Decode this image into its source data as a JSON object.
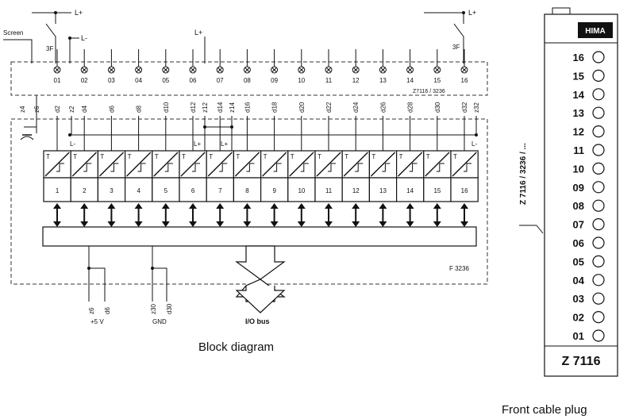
{
  "top": {
    "screen_label": "Screen",
    "lplus_label": "L+",
    "lminus_label": "L-",
    "fuse_label": "3F",
    "terminals": [
      "01",
      "02",
      "03",
      "04",
      "05",
      "06",
      "07",
      "08",
      "09",
      "10",
      "11",
      "12",
      "13",
      "14",
      "15",
      "16"
    ],
    "model_label": "Z7116 / 3236"
  },
  "pins": {
    "left": [
      "z4",
      "z6"
    ],
    "channel": [
      "d2",
      "d4",
      "d6",
      "d8",
      "d10",
      "d12",
      "d14",
      "d16",
      "d18",
      "d20",
      "d22",
      "d24",
      "d26",
      "d28",
      "d30",
      "d32"
    ],
    "extra": [
      "z2",
      "z12",
      "z14",
      "z32"
    ]
  },
  "channels": {
    "t_label": "T",
    "numbers": [
      "1",
      "2",
      "3",
      "4",
      "5",
      "6",
      "7",
      "8",
      "9",
      "10",
      "11",
      "12",
      "13",
      "14",
      "15",
      "16"
    ],
    "lminus_label": "L-",
    "lplus_label": "L+"
  },
  "bottom": {
    "module_label": "F 3236",
    "power_pins": [
      "z6",
      "d6"
    ],
    "power_label": "+5 V",
    "gnd_pins": [
      "z30",
      "d30"
    ],
    "gnd_label": "GND",
    "io_bus_label": "I/O bus"
  },
  "captions": {
    "block_diagram": "Block diagram",
    "front_cable_plug": "Front cable plug"
  },
  "plug": {
    "brand": "HIMA",
    "vertical_label": "Z 7116 / 3236 / ...",
    "numbers": [
      "16",
      "15",
      "14",
      "13",
      "12",
      "11",
      "10",
      "09",
      "08",
      "07",
      "06",
      "05",
      "04",
      "03",
      "02",
      "01"
    ],
    "model": "Z 7116"
  }
}
